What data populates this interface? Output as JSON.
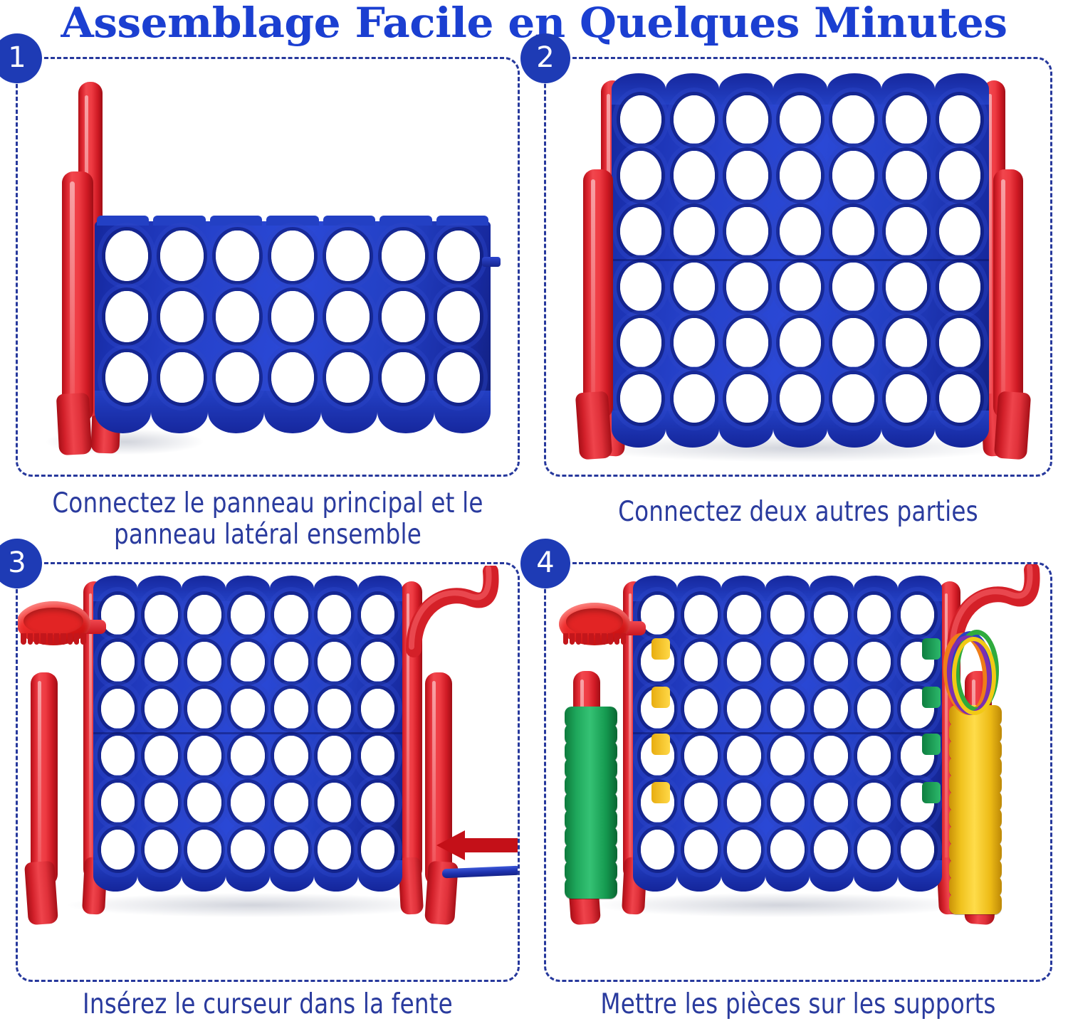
{
  "title": "Assemblage Facile en Quelques Minutes",
  "colors": {
    "title_blue": "#1b3fd1",
    "caption_blue": "#2a3b9e",
    "badge_blue": "#1e3bb5",
    "border_dash": "#26389c",
    "board_blue": "#2340c4",
    "frame_red": "#e0303a",
    "chip_green": "#1ea75b",
    "chip_yellow": "#f0c21d",
    "background": "#ffffff"
  },
  "steps": [
    {
      "number": "1",
      "caption": "Connectez le panneau principal et le panneau latéral ensemble",
      "scene": "side-panel-and-main-panel",
      "board_columns": 7,
      "board_rows": 3,
      "parts": [
        "red-side-post",
        "blue-main-panel",
        "connector-peg"
      ]
    },
    {
      "number": "2",
      "caption": "Connectez deux autres parties",
      "scene": "full-frame-assembled",
      "board_columns": 7,
      "board_rows": 6,
      "parts": [
        "red-left-post",
        "red-right-post",
        "blue-upper-panel",
        "blue-lower-panel",
        "splayed-feet"
      ]
    },
    {
      "number": "3",
      "caption": "Insérez le curseur dans la fente",
      "scene": "insert-slider-into-slot",
      "board_columns": 7,
      "board_rows": 6,
      "parts": [
        "red-ring-tray",
        "red-curved-hook",
        "blue-slider-rod",
        "red-arrow-indicator"
      ],
      "arrow_direction": "left"
    },
    {
      "number": "4",
      "caption": "Mettre les pièces sur les supports",
      "scene": "load-pieces-onto-holders",
      "board_columns": 7,
      "board_rows": 6,
      "green_chip_count": 11,
      "yellow_chip_count": 12,
      "ring_colors": [
        "#ef7d18",
        "#2a3fc4",
        "#2fab3d",
        "#7b2fb0",
        "#f2c915"
      ],
      "parts": [
        "red-ring-tray",
        "red-curved-hook",
        "green-chip-stack",
        "yellow-chip-stack",
        "colored-ring-set"
      ]
    }
  ]
}
